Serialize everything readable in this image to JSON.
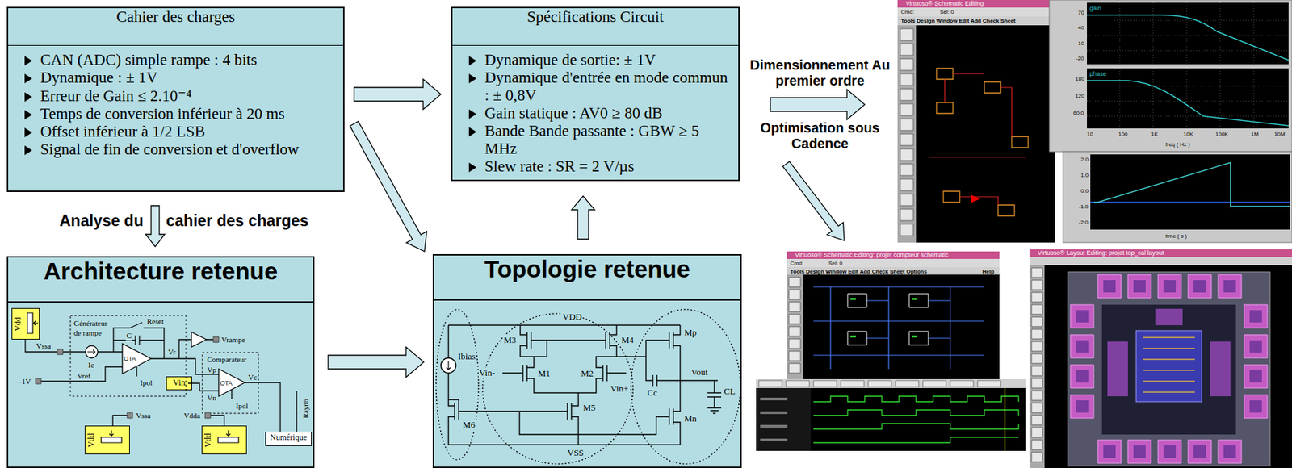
{
  "diagram": {
    "nodes": [
      {
        "text": [
          "Cahier des charges",
          "CAN (ADC) simple rampe : 4 bits",
          "Dynamique : ± 1V",
          "Erreur de Gain ≤ 2.10⁻⁴",
          "Temps de conversion inférieur à 20 ms",
          "Offset inférieur à 1/2 LSB",
          "Signal de fin de conversion et d'overflow"
        ]
      },
      {
        "text": [
          "Spécifications Circuit",
          "Dynamique de sortie: ± 1V",
          "Dynamique d'entrée en mode commun : ± 0,8V",
          "Gain statique : AV0 ≥ 80 dB",
          "Bande Bande passante : GBW ≥ 5 MHz",
          "Slew rate : SR = 2 V/µs"
        ]
      },
      {
        "text": [
          "Virtuoso® Schematic Editing"
        ]
      },
      {
        "text": [
          "Architecture retenue"
        ]
      },
      {
        "text": [
          "Vdd"
        ],
        "in": 3
      },
      {
        "text": [
          "Vin"
        ],
        "in": 3
      },
      {
        "text": [
          "Vdd"
        ],
        "in": 3
      },
      {
        "text": [
          "Vdd"
        ],
        "in": 3
      },
      {
        "text": [
          "Numérique"
        ],
        "in": 3
      },
      {
        "text": [
          "Topologie retenue"
        ]
      },
      {
        "text": [
          "Virtuoso® Schematic Editing: projet compteur schematic"
        ]
      },
      {
        "text": [
          "Virtuoso® Layout Editing: projet top_cal layout"
        ]
      }
    ],
    "edges": [
      {
        "from": 0,
        "to": 1,
        "arrow": "to"
      },
      {
        "from": 0,
        "to": 9,
        "arrow": "to"
      },
      {
        "from": 0,
        "to": 3,
        "arrow": "to"
      },
      {
        "from": 3,
        "to": 9,
        "arrow": "to"
      },
      {
        "from": 9,
        "to": 1,
        "arrow": "to"
      },
      {
        "from": 1,
        "to": 2,
        "arrow": "to",
        "label": "Dimensionnement Au premier ordre"
      },
      {
        "from": 2,
        "to": 10,
        "arrow": "to",
        "label": "Optimisation sous Cadence"
      }
    ],
    "labels": [
      "Analyse du",
      "cahier des charges",
      "Générateur de rampe",
      "Reset",
      "C",
      "Vssa",
      "Ic",
      "OTA",
      "Vr",
      "Vref",
      "-1V",
      "Ipol",
      "Vrampe",
      "Comparateur",
      "Vp",
      "Vn",
      "OTA",
      "Vc",
      "Ipol",
      "Vssa",
      "Vdda",
      "Raynb",
      "VDD",
      "M3",
      "M4",
      "Ibias",
      "Vin-",
      "M1",
      "M2",
      "Vin+",
      "Cc",
      "Mp",
      "Vout",
      "CL",
      "M6",
      "M5",
      "Mn",
      "VSS",
      "Cmd:",
      "Sel: 0",
      "Tools Design Window Edit Add Check Sheet",
      "gain",
      "70",
      "40",
      "10",
      "-20",
      "phase",
      "180",
      "120",
      "60.0",
      "10",
      "100",
      "1K",
      "10K",
      "100K",
      "1M",
      "10M",
      "freq ( Hz )",
      "2.0",
      "1.0",
      "0.0",
      "-1.0",
      "-2.0",
      "time ( s )",
      "Cmd:",
      "Sel: 0",
      "Tools Design Window Edit Add Check Sheet Options",
      "Help"
    ]
  }
}
